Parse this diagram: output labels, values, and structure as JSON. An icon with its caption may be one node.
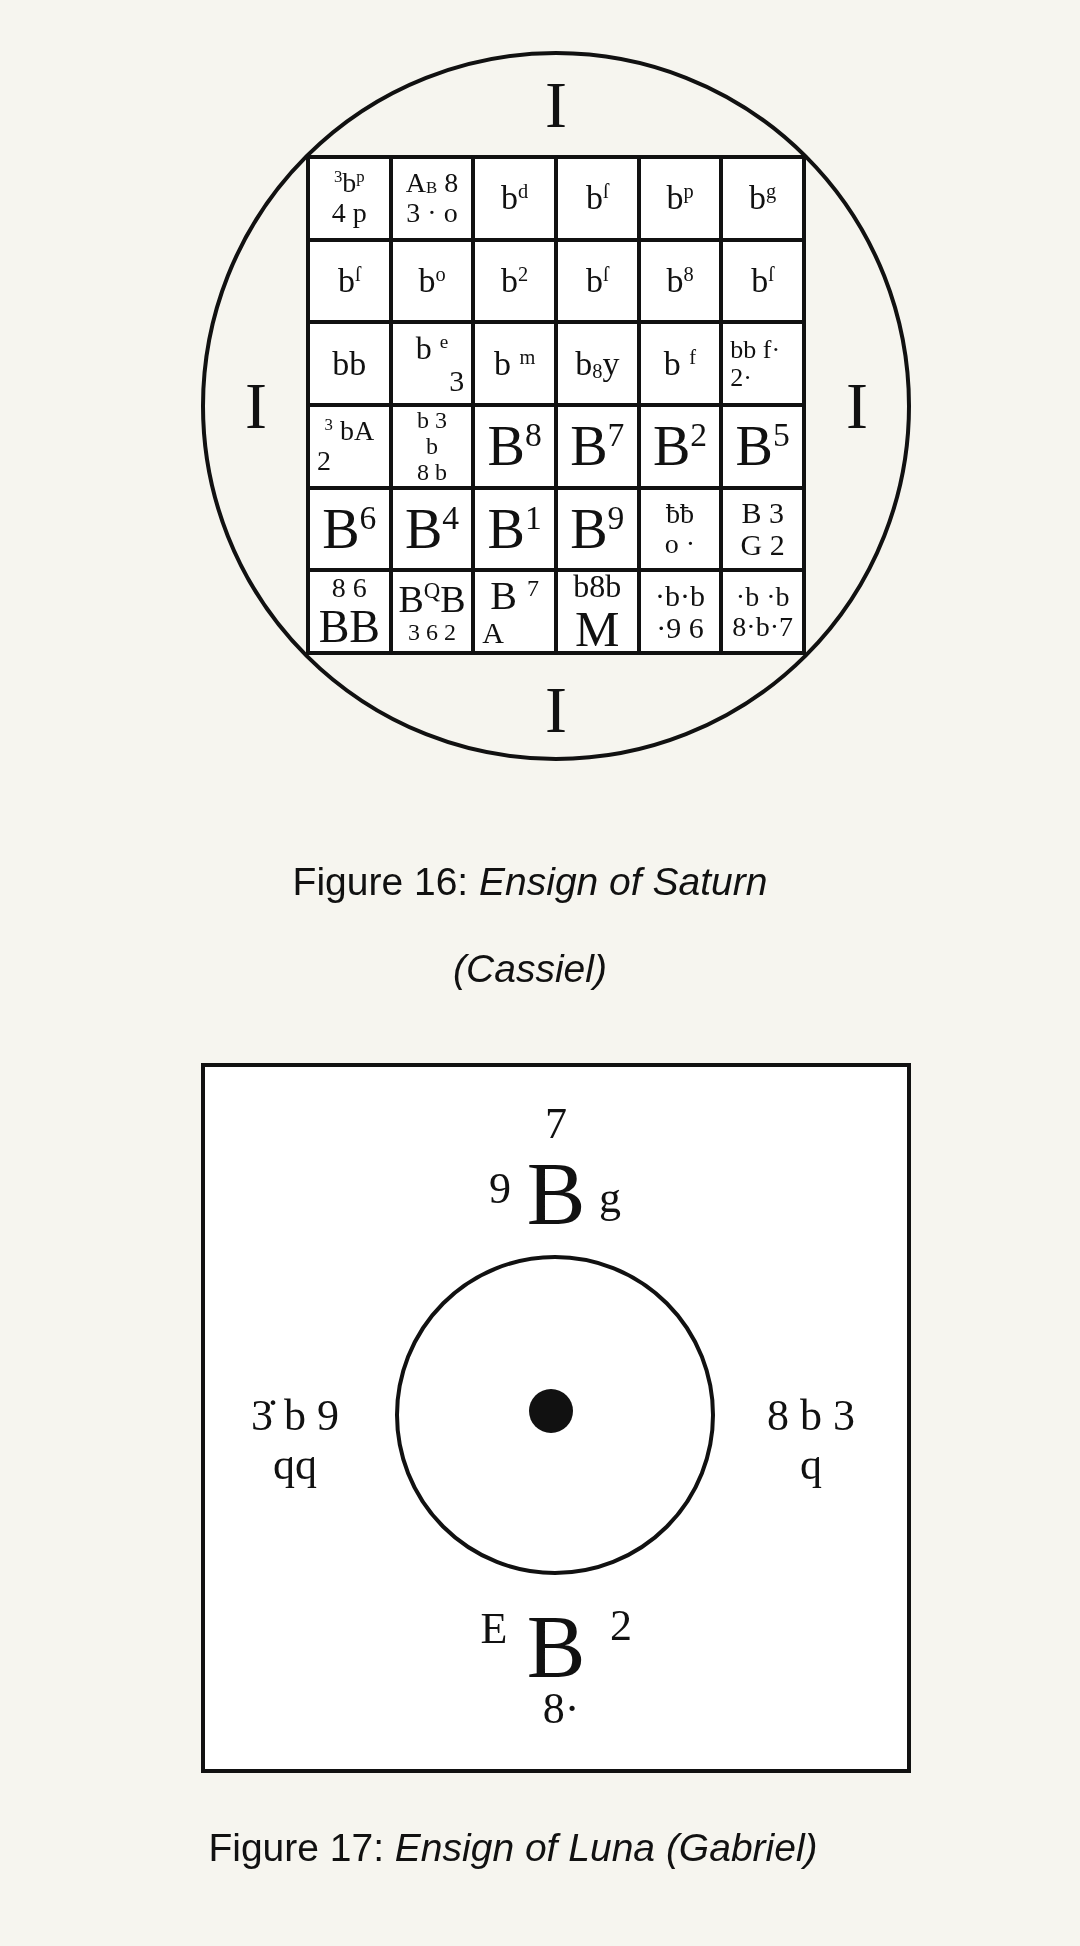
{
  "diagram": {
    "nodes": [
      {
        "text": [
          "I",
          "I",
          "I",
          "I"
        ],
        "beside": [
          "Figure 16: *Ensign of Saturn (Cassiel)*"
        ]
      },
      {
        "text": [
          "$^{3}$b$^{p}$",
          "4 p"
        ],
        "in": 0
      },
      {
        "text": [
          "A$_{B}$ 8",
          "3 · o"
        ],
        "in": 0
      },
      {
        "text": [
          "b$^{d}$"
        ],
        "in": 0
      },
      {
        "text": [
          "b$^{ſ}$"
        ],
        "in": 0
      },
      {
        "text": [
          "b$^{p}$"
        ],
        "in": 0
      },
      {
        "text": [
          "b$^{g}$"
        ],
        "in": 0
      },
      {
        "text": [
          "b$^{ſ}$"
        ],
        "in": 0
      },
      {
        "text": [
          "b$^{o}$"
        ],
        "in": 0
      },
      {
        "text": [
          "b$^{2}$"
        ],
        "in": 0
      },
      {
        "text": [
          "b$^{ſ}$"
        ],
        "in": 0
      },
      {
        "text": [
          "b$^{8}$"
        ],
        "in": 0
      },
      {
        "text": [
          "b$^{ſ}$"
        ],
        "in": 0
      },
      {
        "text": [
          "bb"
        ],
        "in": 0
      },
      {
        "text": [
          "b $^{e}$",
          "3"
        ],
        "in": 0
      },
      {
        "text": [
          "b $^{m}$"
        ],
        "in": 0
      },
      {
        "text": [
          "b$_{8}$y"
        ],
        "in": 0
      },
      {
        "text": [
          "b $^{f}$"
        ],
        "in": 0
      },
      {
        "text": [
          "bb f·",
          "2·"
        ],
        "in": 0
      },
      {
        "text": [
          "$^{3}$ bA",
          "2"
        ],
        "in": 0
      },
      {
        "text": [
          "b 3",
          "b",
          "8 b"
        ],
        "in": 0
      },
      {
        "text": [
          "B$^{8}$"
        ],
        "in": 0
      },
      {
        "text": [
          "B$^{7}$"
        ],
        "in": 0
      },
      {
        "text": [
          "B$^{2}$"
        ],
        "in": 0
      },
      {
        "text": [
          "B$^{5}$"
        ],
        "in": 0
      },
      {
        "text": [
          "B$^{6}$"
        ],
        "in": 0
      },
      {
        "text": [
          "B$^{4}$"
        ],
        "in": 0
      },
      {
        "text": [
          "B$^{1}$"
        ],
        "in": 0
      },
      {
        "text": [
          "B$^{9}$"
        ],
        "in": 0
      },
      {
        "text": [
          "ƀƀ",
          "o ·"
        ],
        "in": 0
      },
      {
        "text": [
          "B 3",
          "G 2"
        ],
        "in": 0
      },
      {
        "text": [
          "8 6",
          "BB"
        ],
        "in": 0
      },
      {
        "text": [
          "B$^{Q}$B",
          "3 6 2"
        ],
        "in": 0
      },
      {
        "text": [
          "B $^{7}$",
          "A"
        ],
        "in": 0
      },
      {
        "text": [
          "b8b",
          "M"
        ],
        "in": 0
      },
      {
        "text": [
          "·b·b",
          "·9 6"
        ],
        "in": 0
      },
      {
        "text": [
          "·b ·b",
          "8·b·7"
        ],
        "in": 0
      },
      {
        "text": [
          "7",
          "9",
          "B",
          "g",
          "3̇ b 9",
          "qq",
          "8 b 3",
          "q",
          "E",
          "B",
          "2",
          "8·"
        ],
        "beside": [
          "Figure 17: *Ensign of Luna (Gabriel)*"
        ]
      },
      {
        "text": [],
        "shape": "circle",
        "in": 37
      },
      {
        "text": [],
        "shape": "circle",
        "in": 38
      }
    ]
  }
}
